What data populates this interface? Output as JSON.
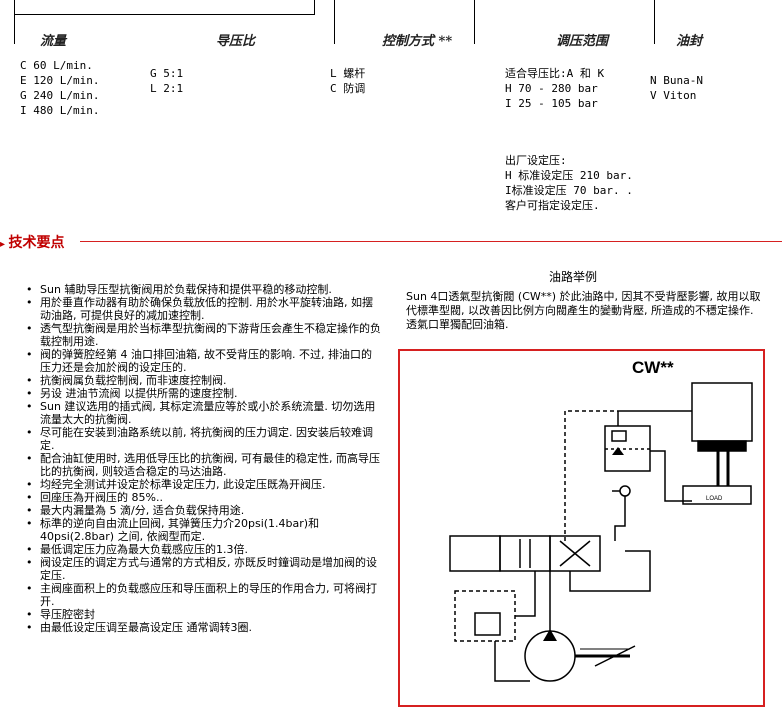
{
  "header_row": {
    "flow": "流量",
    "pilot_ratio": "导压比",
    "control": "控制方式 **",
    "adjust_range": "调压范围",
    "seal": "油封"
  },
  "flow_options": [
    "C 60 L/min.",
    "E 120 L/min.",
    "G 240 L/min.",
    "I 480 L/min."
  ],
  "ratio_options": [
    "G 5:1",
    "L 2:1"
  ],
  "control_options": [
    "L 螺杆",
    "C 防调"
  ],
  "range_options": [
    "适合导压比:A 和 K",
    "H 70 - 280 bar",
    "I 25 - 105 bar"
  ],
  "seal_options": [
    "N Buna-N",
    "V Viton"
  ],
  "factory": {
    "title": "出厂设定压:",
    "lines": [
      "H 标准设定压 210 bar.",
      "I标准设定压 70 bar. .",
      "客户可指定设定压."
    ]
  },
  "section_title": "技术要点",
  "notes": [
    "Sun 辅助导压型抗衡阀用於负载保持和提供平稳的移动控制.",
    "用於垂直作动器有助於确保负载放低的控制. 用於水平旋转油路, 如摆动油路, 可提供良好的减加速控制.",
    "透气型抗衡阀是用於当标準型抗衡阀的下游背压会產生不稳定操作的负载控制用途.",
    "阀的弹簧腔经第 4 油口排回油箱, 故不受背压的影响. 不过, 排油口的压力还是会加於阀的设定压的.",
    "抗衡阀属负载控制阀, 而非速度控制阀.",
    "另设 进油节流阀 以提供所需的速度控制.",
    "Sun 建议选用的插式阀, 其标定流量应等於或小於系统流量. 切勿选用流量太大的抗衡阀.",
    "尽可能在安装到油路系统以前, 将抗衡阀的压力调定. 因安装后较难调定.",
    "配合油缸使用时, 选用低导压比的抗衡阀, 可有最佳的稳定性, 而高导压比的抗衡阀, 则较适合稳定的马达油路.",
    "均经完全测试并设定於标準设定压力, 此设定压既為开阀压.",
    "回座压為开阀压的 85%..",
    "最大内漏量為 5 滴/分, 适合负载保持用途.",
    "标準的逆向自由流止回阀, 其弹簧压力介20psi(1.4bar)和40psi(2.8bar) 之间, 依阀型而定.",
    "最低调定压力应為最大负载感应压的1.3倍.",
    "阀设定压的调定方式与通常的方式相反, 亦既反时鐘调动是增加阀的设定压.",
    "主阀座面积上的负载感应压和导压面积上的导压的作用合力, 可将阀打开.",
    "导压腔密封",
    "由最低设定压调至最高设定压 通常调转3圈."
  ],
  "circuit": {
    "title": "油路举例",
    "desc": "Sun 4口透氣型抗衡閥 (CW**) 於此油路中, 因其不受背壓影響, 故用以取代標準型閥, 以改善因比例方向閥產生的變動背壓, 所造成的不穩定操作. 透氣口單獨配回油箱.",
    "diagram_label": "CW**",
    "load_label": "LOAD"
  },
  "colors": {
    "accent": "#d62020"
  }
}
